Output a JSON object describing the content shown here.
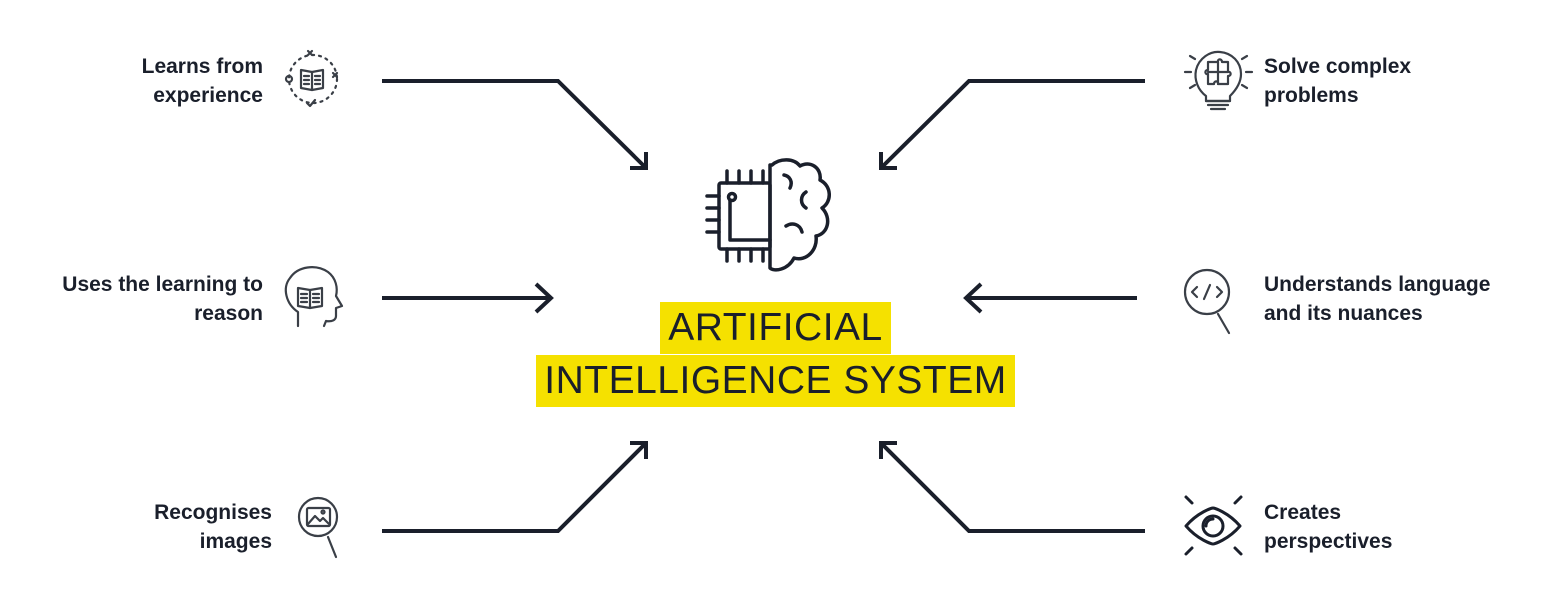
{
  "title": {
    "line1": "ARTIFICIAL",
    "line2": "INTELLIGENCE SYSTEM",
    "highlight_color": "#f5e100"
  },
  "features": [
    {
      "id": "learns",
      "lines": [
        "Learns from",
        "experience"
      ],
      "icon": "book-cycle-icon"
    },
    {
      "id": "reason",
      "lines": [
        "Uses the learning to",
        "reason"
      ],
      "icon": "head-book-icon"
    },
    {
      "id": "images",
      "lines": [
        "Recognises",
        "images"
      ],
      "icon": "image-search-icon"
    },
    {
      "id": "solve",
      "lines": [
        "Solve complex",
        "problems"
      ],
      "icon": "lightbulb-puzzle-icon"
    },
    {
      "id": "language",
      "lines": [
        "Understands language",
        "and its nuances"
      ],
      "icon": "code-search-icon"
    },
    {
      "id": "perspectives",
      "lines": [
        "Creates",
        "perspectives"
      ],
      "icon": "eye-icon"
    }
  ],
  "center_icon": "chip-brain-icon",
  "colors": {
    "ink": "#1a1f2b",
    "icon_gray": "#3a3f47",
    "background": "#ffffff"
  }
}
